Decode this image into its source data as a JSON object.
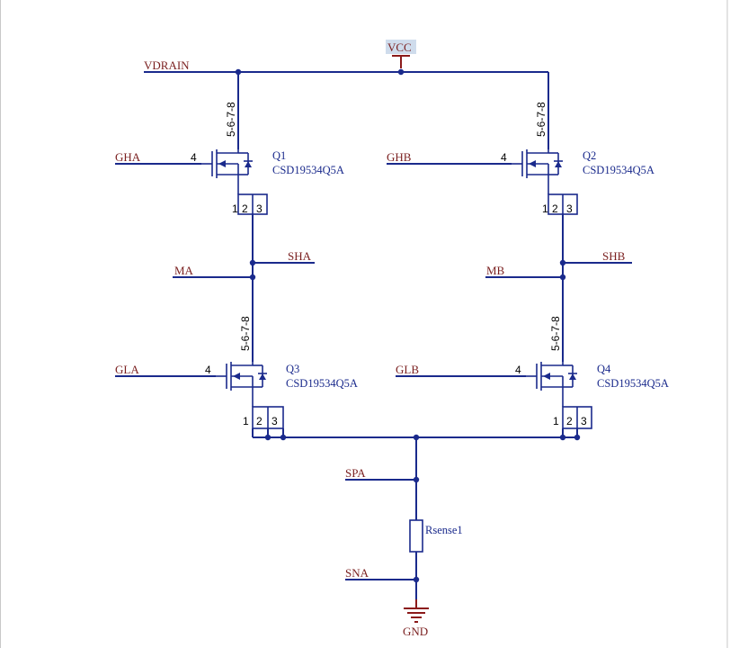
{
  "nets": {
    "vcc": "VCC",
    "vdrain": "VDRAIN",
    "gnd": "GND",
    "gha": "GHA",
    "ghb": "GHB",
    "gla": "GLA",
    "glb": "GLB",
    "sha": "SHA",
    "shb": "SHB",
    "ma": "MA",
    "mb": "MB",
    "spa": "SPA",
    "sna": "SNA"
  },
  "components": {
    "q1": {
      "designator": "Q1",
      "part": "CSD19534Q5A",
      "drain_pins": "5-6-7-8",
      "gate_pin": "4",
      "source_pins": [
        "1",
        "2",
        "3"
      ]
    },
    "q2": {
      "designator": "Q2",
      "part": "CSD19534Q5A",
      "drain_pins": "5-6-7-8",
      "gate_pin": "4",
      "source_pins": [
        "1",
        "2",
        "3"
      ]
    },
    "q3": {
      "designator": "Q3",
      "part": "CSD19534Q5A",
      "drain_pins": "5-6-7-8",
      "gate_pin": "4",
      "source_pins": [
        "1",
        "2",
        "3"
      ]
    },
    "q4": {
      "designator": "Q4",
      "part": "CSD19534Q5A",
      "drain_pins": "5-6-7-8",
      "gate_pin": "4",
      "source_pins": [
        "1",
        "2",
        "3"
      ]
    },
    "rsense": {
      "designator": "Rsense1"
    }
  },
  "colors": {
    "wire": "#1a2a8c",
    "net_label": "#7a1f1f",
    "power": "#8b1a1a"
  }
}
